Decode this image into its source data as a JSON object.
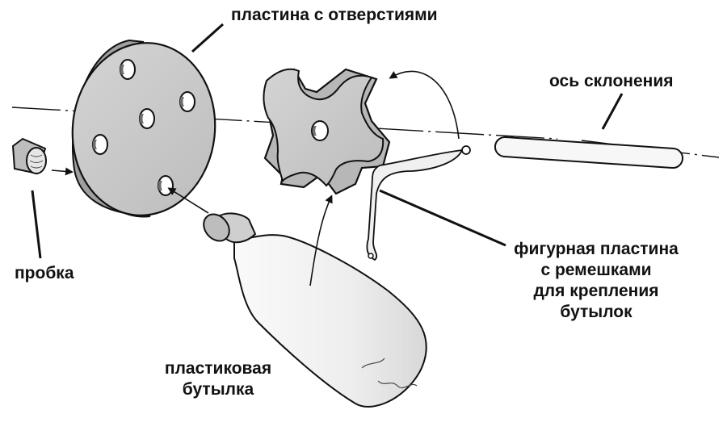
{
  "labels": {
    "plate_with_holes": "пластина с отверстиями",
    "declination_axis": "ось склонения",
    "cork": "пробка",
    "shaped_plate": [
      "фигурная пластина",
      "с ремешками",
      "для крепления",
      "бутылок"
    ],
    "plastic_bottle": [
      "пластиковая",
      "бутылка"
    ]
  },
  "colors": {
    "ink": "#111111",
    "part_fill": "#c9c9c9",
    "part_fill_light": "#dedede",
    "bottle_fill": "#f2f2f2"
  },
  "icons": [
    "cork-shape",
    "round-plate-shape",
    "cross-plate-shape",
    "axis-rod-shape",
    "bottle-shape",
    "curved-arrow"
  ]
}
